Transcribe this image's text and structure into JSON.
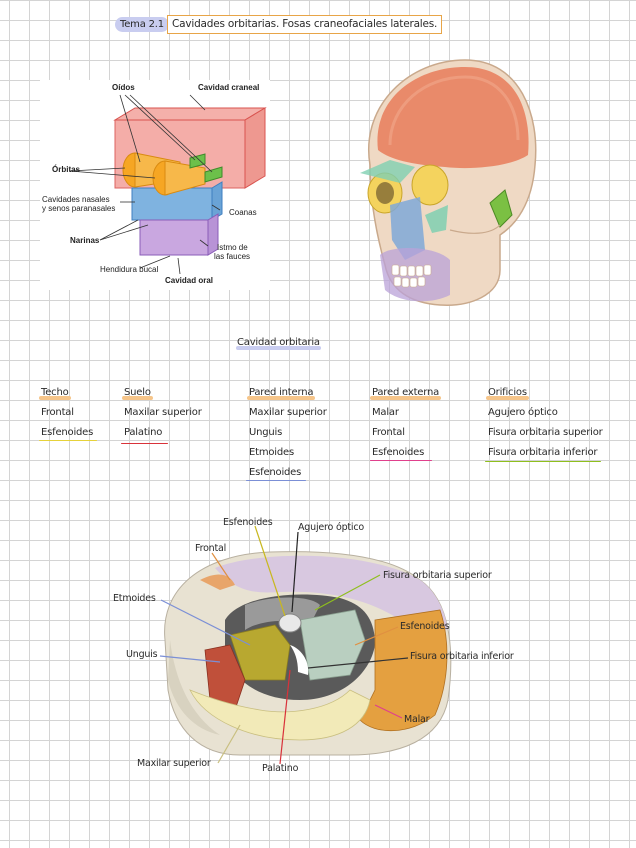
{
  "header": {
    "tema": "Tema 2.1",
    "title": "Cavidades orbitarias. Fosas craneofaciales laterales."
  },
  "figure1_labels": {
    "oidos": "Oídos",
    "cavidad_craneal": "Cavidad craneal",
    "orbitas": "Órbitas",
    "cav_nasales_1": "Cavidades nasales",
    "cav_nasales_2": "y senos paranasales",
    "coanas": "Coanas",
    "narinas": "Narinas",
    "istmo_1": "Istmo de",
    "istmo_2": "las fauces",
    "hendidura": "Hendidura bucal",
    "cavidad_oral": "Cavidad oral"
  },
  "section_title": "Cavidad orbitaria",
  "colors": {
    "yellow": "#e6d23a",
    "red": "#d9323a",
    "blue": "#7b8fd6",
    "pink": "#e0408c",
    "green": "#8fbf1e",
    "orange_highlight": "#f6c58a",
    "lilac_highlight": "#c9cdf0"
  },
  "columns": [
    {
      "header": "Techo",
      "items": [
        "Frontal",
        "Esfenoides"
      ]
    },
    {
      "header": "Suelo",
      "items": [
        "Maxilar superior",
        "Palatino"
      ]
    },
    {
      "header": "Pared interna",
      "items": [
        "Maxilar superior",
        "Unguis",
        "Etmoides",
        "Esfenoides"
      ]
    },
    {
      "header": "Pared externa",
      "items": [
        "Malar",
        "Frontal",
        "Esfenoides"
      ]
    },
    {
      "header": "Orificios",
      "items": [
        "Agujero óptico",
        "Fisura orbitaria superior",
        "Fisura orbitaria inferior"
      ]
    }
  ],
  "orbit_labels": {
    "esfenoides_top": "Esfenoides",
    "agujero_optico": "Agujero óptico",
    "frontal": "Frontal",
    "fisura_sup": "Fisura orbitaria superior",
    "etmoides": "Etmoides",
    "esfenoides_right": "Esfenoides",
    "unguis": "Unguis",
    "fisura_inf": "Fisura orbitaria inferior",
    "malar": "Malar",
    "maxilar": "Maxilar superior",
    "palatino": "Palatino"
  }
}
